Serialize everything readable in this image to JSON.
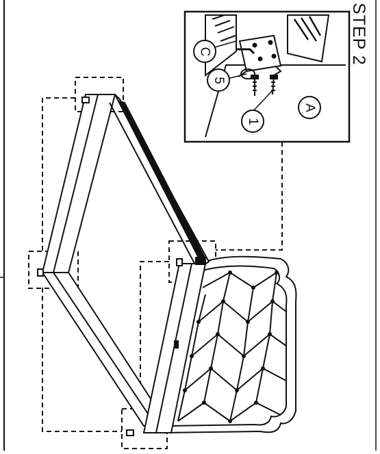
{
  "step": {
    "title": "STEP 2"
  },
  "callouts": {
    "part_a": "A",
    "part_c": "C",
    "part_1": "1",
    "part_5": "5"
  },
  "colors": {
    "ink": "#111111",
    "paper": "#ffffff"
  }
}
